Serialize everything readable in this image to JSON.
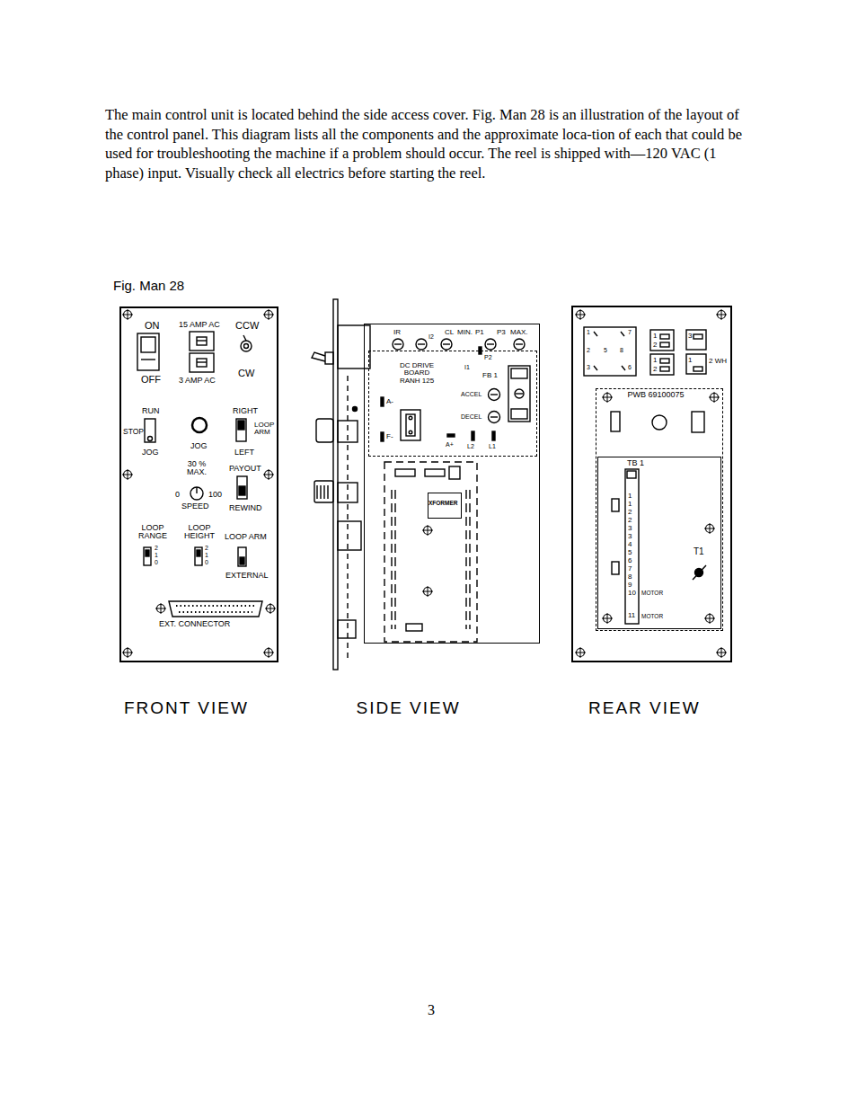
{
  "diagram": {
    "caption": "Fig. Man 28",
    "nodes": [
      {
        "text": [
          "FRONT VIEW"
        ]
      },
      {
        "text": [
          "SIDE VIEW"
        ]
      },
      {
        "text": [
          "DC DRIVE BOARD RANH 125"
        ],
        "in": 1
      },
      {
        "text": [
          "XFORMER"
        ],
        "in": 1
      },
      {
        "text": [
          "REAR VIEW"
        ]
      },
      {
        "text": [
          "PWB 69100075"
        ],
        "in": 4
      },
      {
        "text": [
          "TB 1"
        ],
        "in": 5
      }
    ],
    "labels": [
      "The main control unit is located behind the side access cover. Fig. Man 28 is an illustration of the layout of the control panel. This diagram lists all the components and the approximate loca-tion of each that could be used for troubleshooting the machine if a problem should occur. The reel is shipped with—120 VAC (1 phase) input. Visually check all electrics before starting the reel.",
      "ON",
      "OFF",
      "15 AMP AC",
      "3 AMP AC",
      "CCW",
      "CW",
      "RUN",
      "STOP",
      "JOG",
      "JOG",
      "RIGHT",
      "LOOP ARM",
      "LEFT",
      "30 % MAX.",
      "0",
      "100",
      "SPEED",
      "PAYOUT",
      "REWIND",
      "LOOP RANGE",
      "LOOP HEIGHT",
      "LOOP ARM",
      "2",
      "1",
      "0",
      "2",
      "1",
      "0",
      "EXTERNAL",
      "EXT. CONNECTOR",
      "IR",
      "CL",
      "I2",
      "MIN.",
      "P1",
      "P3",
      "MAX.",
      "I1",
      "P2",
      "FB 1",
      "ACCEL",
      "DECEL",
      "A-",
      "F-",
      "A+",
      "L2",
      "L1",
      "1",
      "2",
      "1",
      "2",
      "3",
      "1",
      "2 WH",
      "1",
      "7",
      "2",
      "5",
      "8",
      "3",
      "6",
      "1",
      "1",
      "2",
      "2",
      "3",
      "3",
      "4",
      "5",
      "6",
      "7",
      "8",
      "9",
      "10",
      "11",
      "MOTOR",
      "MOTOR",
      "T1",
      "3"
    ]
  }
}
